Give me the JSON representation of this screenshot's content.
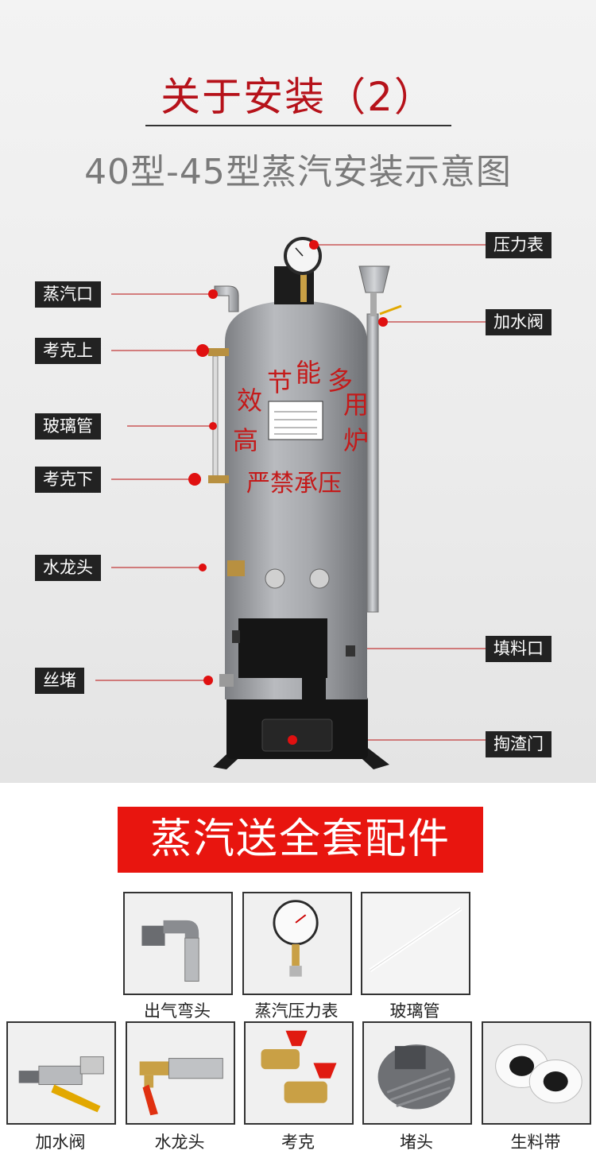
{
  "header": {
    "title": "关于安装（2）",
    "subtitle": "40型-45型蒸汽安装示意图"
  },
  "boiler": {
    "painted_text_top": [
      "节",
      "能",
      "多"
    ],
    "painted_text_left": [
      "效",
      "高"
    ],
    "painted_text_right": [
      "用",
      "炉"
    ],
    "painted_text_bottom": "严禁承压"
  },
  "labels_left": [
    {
      "text": "蒸汽口"
    },
    {
      "text": "考克上"
    },
    {
      "text": "玻璃管"
    },
    {
      "text": "考克下"
    },
    {
      "text": "水龙头"
    },
    {
      "text": "丝堵"
    }
  ],
  "labels_right": [
    {
      "text": "压力表"
    },
    {
      "text": "加水阀"
    },
    {
      "text": "填料口"
    },
    {
      "text": "掏渣门"
    }
  ],
  "accessories": {
    "banner": "蒸汽送全套配件",
    "row1": [
      {
        "label": "出气弯头",
        "icon": "elbow-pipe-icon"
      },
      {
        "label": "蒸汽压力表",
        "icon": "pressure-gauge-icon"
      },
      {
        "label": "玻璃管",
        "icon": "glass-tube-icon"
      }
    ],
    "row2": [
      {
        "label": "加水阀",
        "icon": "water-valve-icon"
      },
      {
        "label": "水龙头",
        "icon": "faucet-icon"
      },
      {
        "label": "考克",
        "icon": "cock-valve-icon"
      },
      {
        "label": "堵头",
        "icon": "plug-icon"
      },
      {
        "label": "生料带",
        "icon": "ptfe-tape-icon"
      }
    ]
  },
  "colors": {
    "title_red": "#b6121a",
    "banner_red": "#e8150f",
    "tag_bg": "#222222",
    "marker_red": "#e01010"
  }
}
